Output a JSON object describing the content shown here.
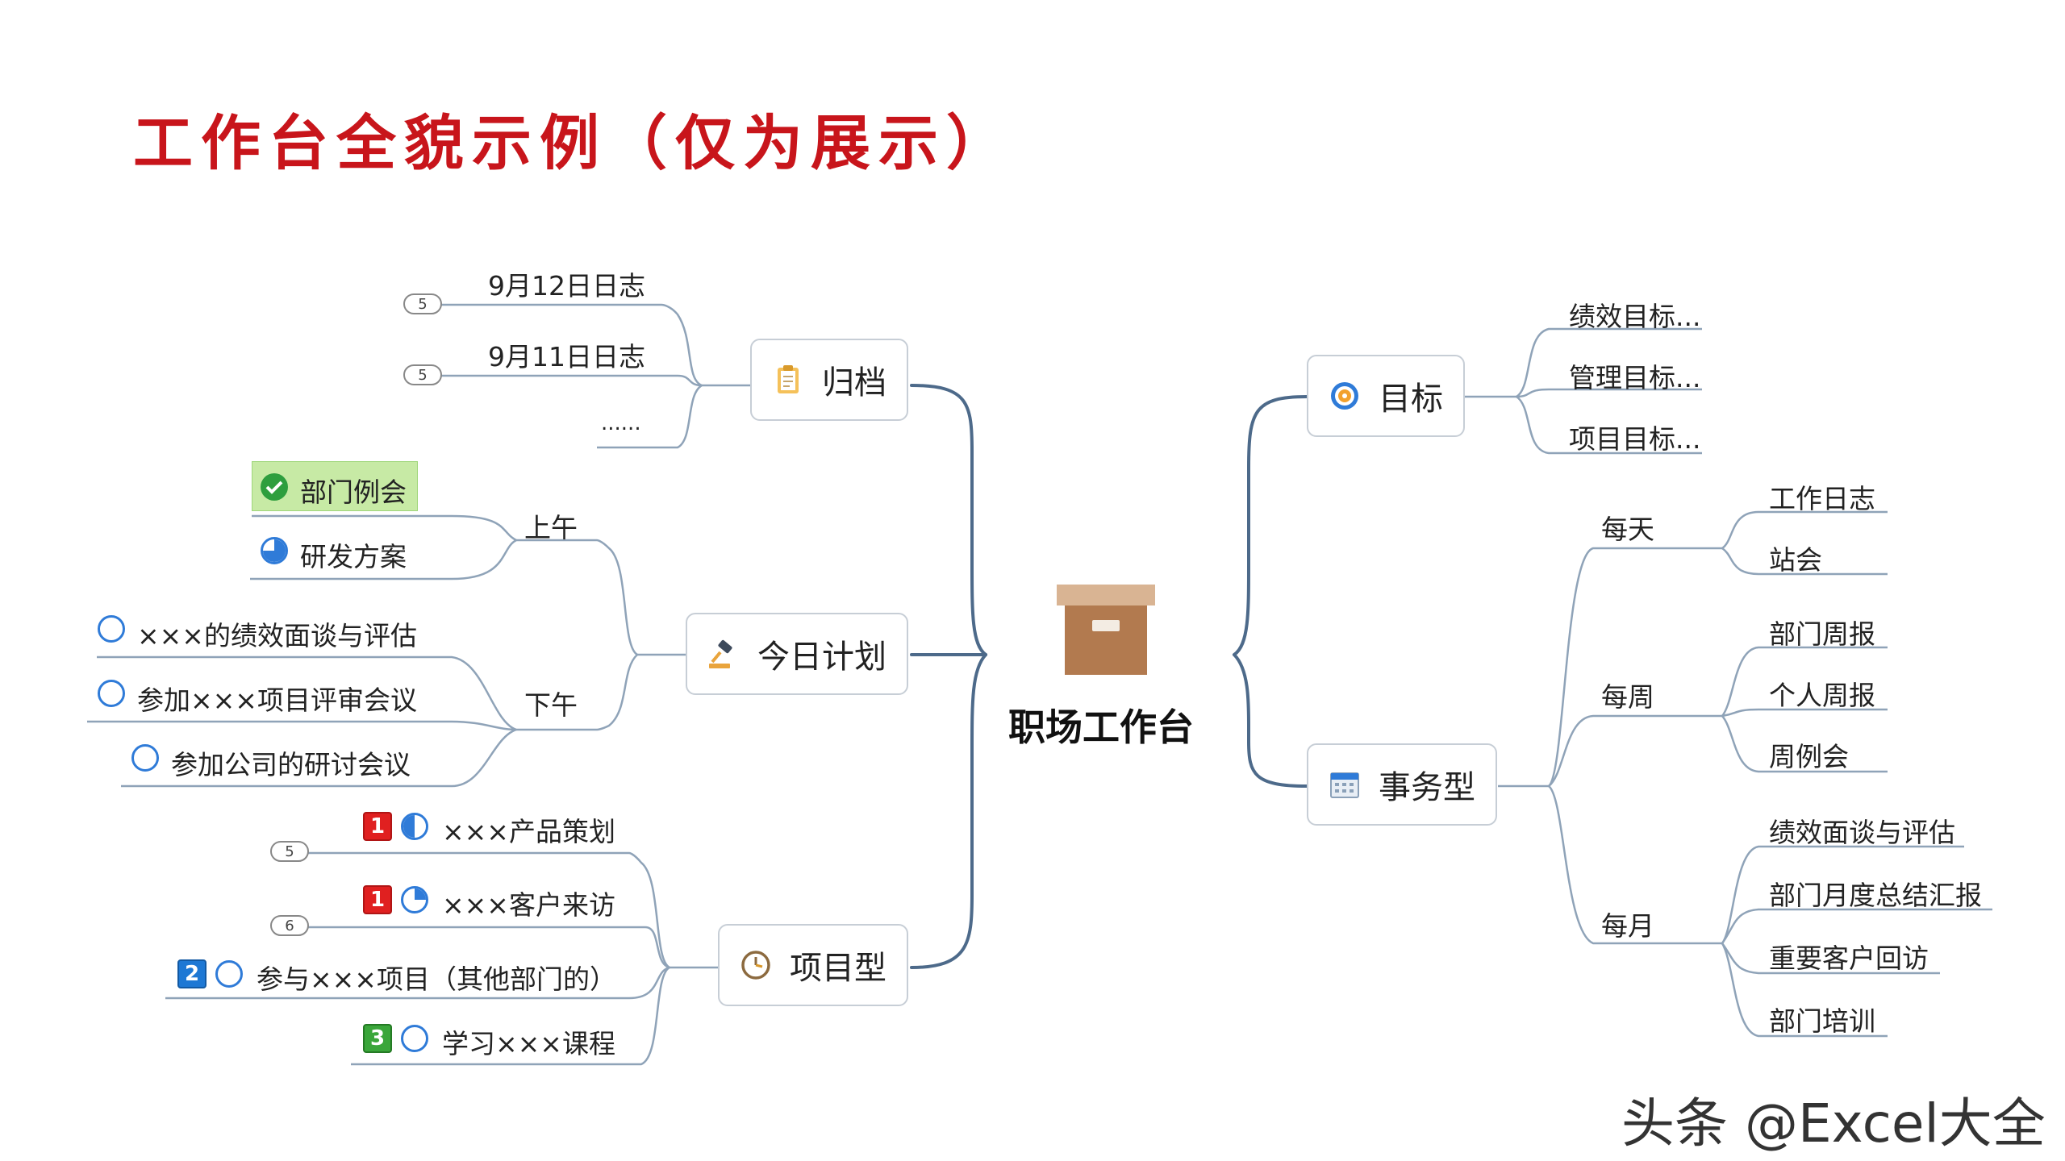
{
  "title": "工作台全貌示例（仅为展示）",
  "center": {
    "label": "职场工作台",
    "icon": "archive-box-icon"
  },
  "left_topics": {
    "archive": {
      "label": "归档",
      "icon": "clipboard-icon",
      "items": [
        "9月12日日志",
        "9月11日日志",
        "......"
      ],
      "badges": [
        "5",
        "5"
      ]
    },
    "today_plan": {
      "label": "今日计划",
      "icon": "gavel-icon",
      "morning": {
        "label": "上午",
        "items": [
          "部门例会",
          "研发方案"
        ]
      },
      "afternoon": {
        "label": "下午",
        "items": [
          "×××的绩效面谈与评估",
          "参加×××项目评审会议",
          "参加公司的研讨会议"
        ]
      }
    },
    "project": {
      "label": "项目型",
      "icon": "clock-icon",
      "items": [
        "×××产品策划",
        "×××客户来访",
        "参与×××项目（其他部门的）",
        "学习×××课程"
      ],
      "priorities": [
        "1",
        "1",
        "2",
        "3"
      ],
      "badges": [
        "5",
        "6"
      ]
    }
  },
  "right_topics": {
    "goal": {
      "label": "目标",
      "icon": "target-icon",
      "items": [
        "绩效目标...",
        "管理目标...",
        "项目目标..."
      ]
    },
    "affairs": {
      "label": "事务型",
      "icon": "calendar-icon",
      "daily": {
        "label": "每天",
        "items": [
          "工作日志",
          "站会"
        ]
      },
      "weekly": {
        "label": "每周",
        "items": [
          "部门周报",
          "个人周报",
          "周例会"
        ]
      },
      "monthly": {
        "label": "每月",
        "items": [
          "绩效面谈与评估",
          "部门月度总结汇报",
          "重要客户回访",
          "部门培训"
        ]
      }
    }
  },
  "watermark": "头条 @Excel大全",
  "colors": {
    "title": "#c8151b",
    "trunk": "#4d6a8a",
    "branch": "#8fa3b8",
    "highlight": "#c7eaa5",
    "done": "#2e9e3e",
    "progress": "#2f7bd8"
  }
}
